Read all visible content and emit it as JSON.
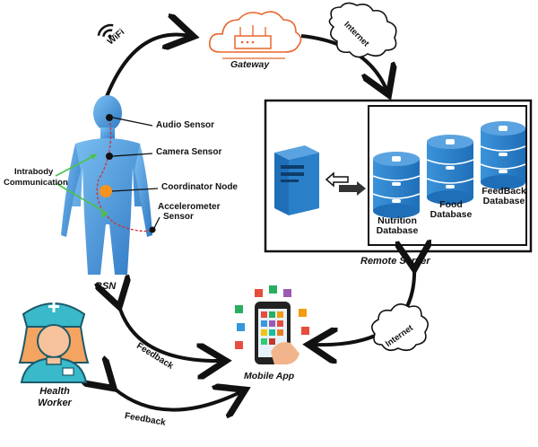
{
  "wifi_label": "WiFi",
  "gateway_label": "Gateway",
  "internet_top": "Internet",
  "internet_bottom": "Internet",
  "sensors": {
    "audio": "Audio Sensor",
    "camera": "Camera Sensor",
    "coordinator": "Coordinator Node",
    "accelerometer_line1": "Accelerometer",
    "accelerometer_line2": "Sensor"
  },
  "intrabody": {
    "line1": "Intrabody",
    "line2": "Communication"
  },
  "bsn_label": "BSN",
  "remote_server": {
    "title": "Remote Server",
    "databases": [
      {
        "line1": "Nutrition",
        "line2": "Database"
      },
      {
        "line1": "Food",
        "line2": "Database"
      },
      {
        "line1": "FeedBack",
        "line2": "Database"
      }
    ]
  },
  "mobile_app_label": "Mobile App",
  "health_worker": {
    "line1": "Health",
    "line2": "Worker"
  },
  "feedback_upper": "Feedback",
  "feedback_lower": "Feedback",
  "colors": {
    "body_blue": "#3f8fd6",
    "db_blue": "#2e86cf",
    "server_blue": "#2a7fc9",
    "node_orange": "#f7931e",
    "gateway_orange": "#e8662b",
    "arrow_black": "#111111",
    "intrabody_green": "#4cc24c",
    "nerve_red": "#d0312d"
  }
}
